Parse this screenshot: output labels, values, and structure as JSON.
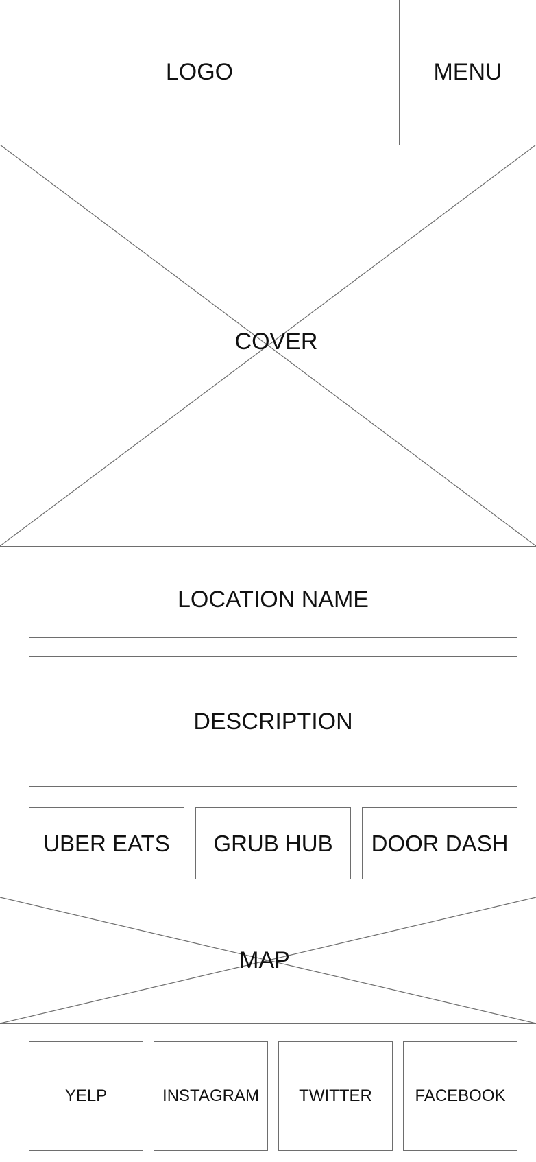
{
  "header": {
    "logo_label": "LOGO",
    "menu_label": "MENU"
  },
  "cover": {
    "label": "COVER"
  },
  "location": {
    "name_label": "LOCATION NAME",
    "description_label": "DESCRIPTION"
  },
  "delivery": {
    "items": [
      {
        "label": "UBER EATS"
      },
      {
        "label": "GRUB HUB"
      },
      {
        "label": "DOOR DASH"
      }
    ]
  },
  "map": {
    "label": "MAP"
  },
  "social": {
    "items": [
      {
        "label": "YELP"
      },
      {
        "label": "INSTAGRAM"
      },
      {
        "label": "TWITTER"
      },
      {
        "label": "FACEBOOK"
      }
    ]
  },
  "colors": {
    "line": "#6e6e6e",
    "text": "#111111",
    "background": "#ffffff"
  }
}
